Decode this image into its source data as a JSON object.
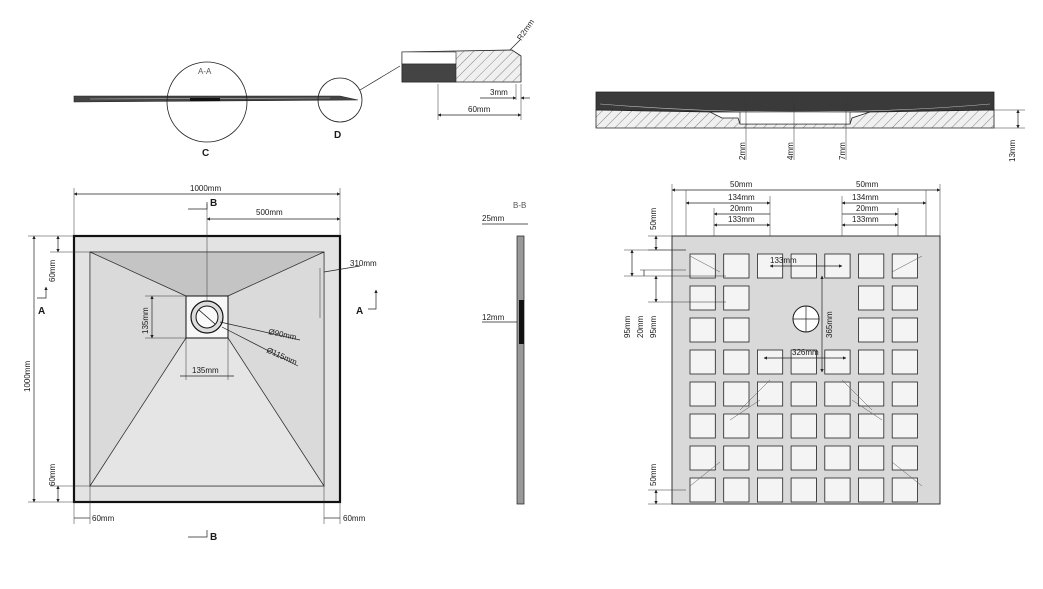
{
  "side_section": {
    "circle_label_top": "A-A",
    "circle_c": "C",
    "circle_d": "D",
    "detail_radius": "R2mm",
    "detail_3mm": "3mm",
    "detail_60mm": "60mm"
  },
  "plan": {
    "width_total": "1000mm",
    "height_total": "1000mm",
    "half_width": "500mm",
    "slope": "310mm",
    "drain_box": "135mm",
    "drain_box_bottom": "135mm",
    "dia_90": "Ø90mm",
    "dia_115": "Ø115mm",
    "margin_top": "60mm",
    "margin_bottom": "60mm",
    "margin_left": "60mm",
    "margin_right": "60mm",
    "section_b": "B",
    "section_b_bottom": "B",
    "section_a_left": "A",
    "section_a_right": "A"
  },
  "bb_section": {
    "title": "B-B",
    "d25": "25mm",
    "d12": "12mm"
  },
  "profile": {
    "d2": "2mm",
    "d4": "4mm",
    "d7": "7mm",
    "d13": "13mm"
  },
  "grid_view": {
    "top_left_50": "50mm",
    "top_right_50": "50mm",
    "top_left_134": "134mm",
    "top_right_134": "134mm",
    "top_left_20": "20mm",
    "top_right_20": "20mm",
    "top_left_133": "133mm",
    "top_right_133": "133mm",
    "mid_133": "133mm",
    "left_50_top": "50mm",
    "left_50_bottom": "50mm",
    "left_95_a": "95mm",
    "left_20": "20mm",
    "left_95_b": "95mm",
    "v_365": "365mm",
    "h_326": "326mm"
  }
}
